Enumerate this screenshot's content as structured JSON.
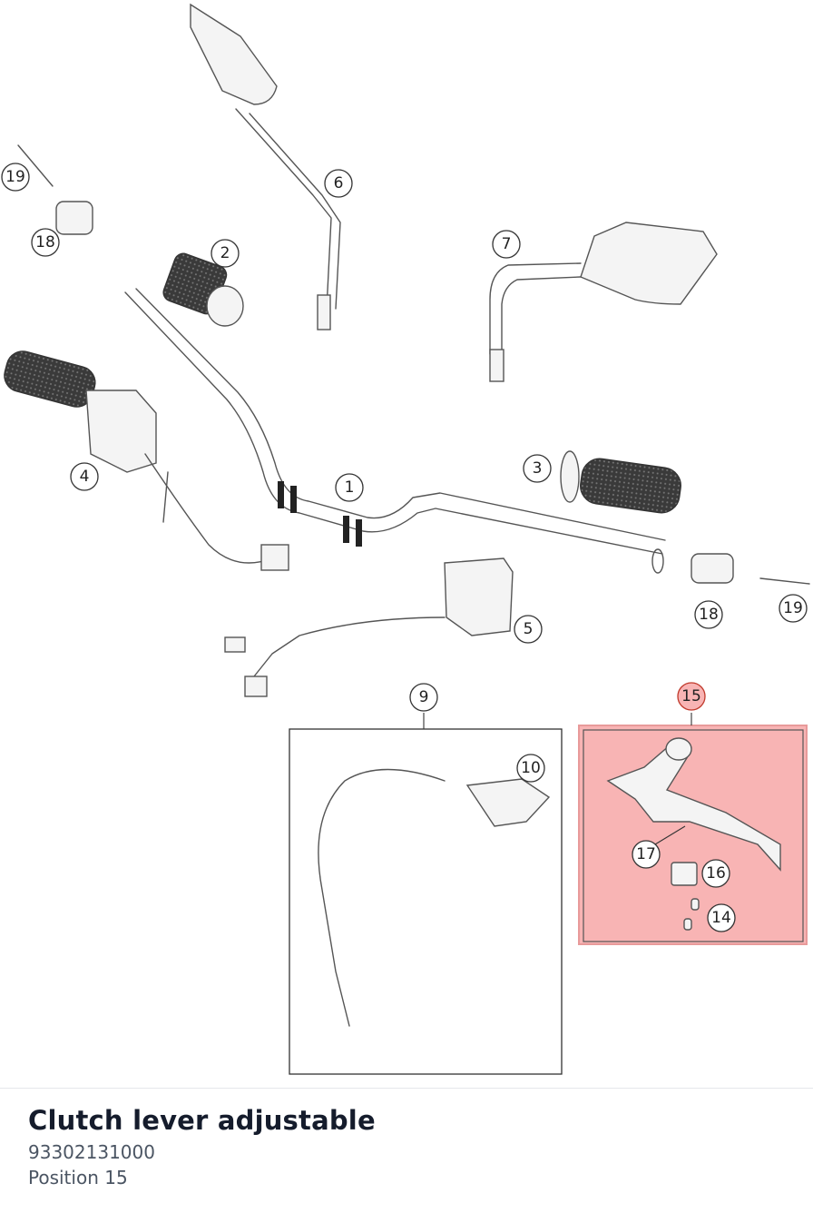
{
  "diagram": {
    "callouts": [
      "19",
      "18",
      "6",
      "2",
      "7",
      "1",
      "4",
      "3",
      "5",
      "18",
      "19",
      "9",
      "15",
      "10",
      "17",
      "16",
      "14"
    ],
    "highlighted_callout": "15",
    "highlight_color": "#f8b4b4"
  },
  "selected_part": {
    "title": "Clutch lever adjustable",
    "part_number": "93302131000",
    "position_label": "Position 15"
  }
}
